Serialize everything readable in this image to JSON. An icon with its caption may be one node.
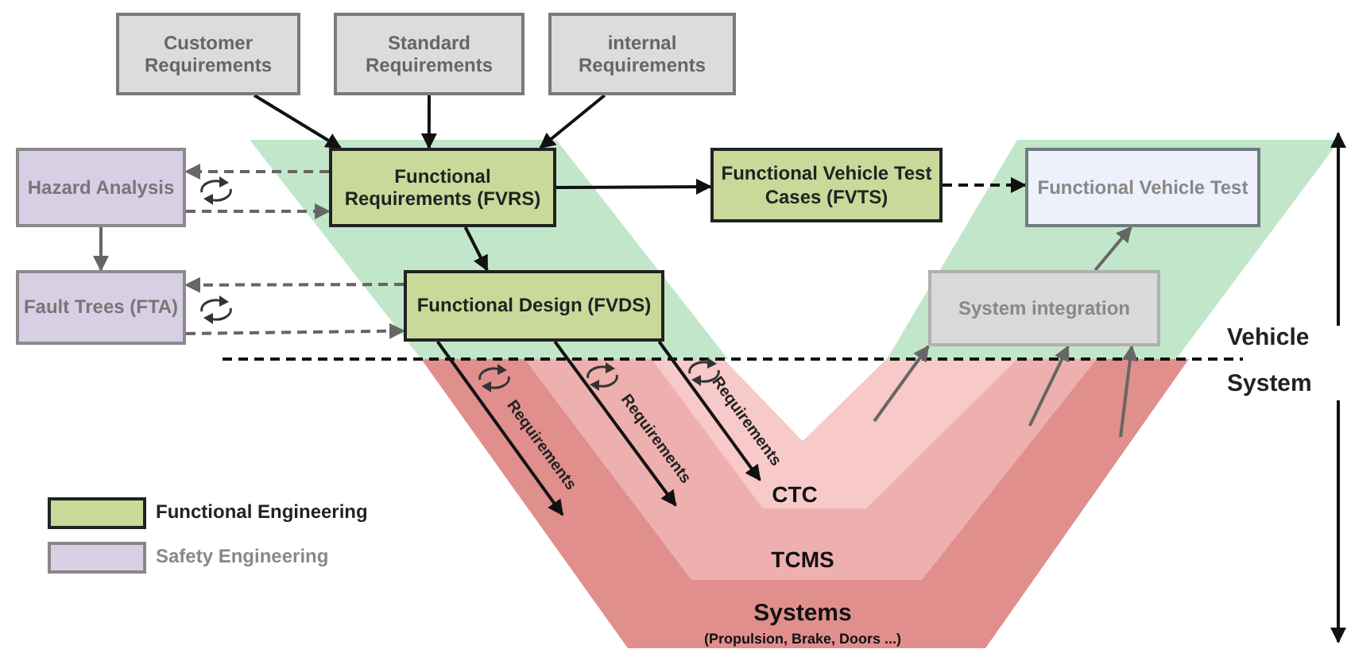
{
  "diagram": {
    "nodes": [
      {
        "text": [
          "Customer Requirements"
        ]
      },
      {
        "text": [
          "Standard Requirements"
        ]
      },
      {
        "text": [
          "internal Requirements"
        ]
      },
      {
        "text": [
          "Hazard Analysis"
        ]
      },
      {
        "text": [
          "Functional Requirements (FVRS)"
        ]
      },
      {
        "text": [
          "Functional Vehicle Test Cases (FVTS)"
        ]
      },
      {
        "text": [
          "Functional Vehicle Test"
        ]
      },
      {
        "text": [
          "Fault Trees (FTA)"
        ]
      },
      {
        "text": [
          "Functional Design (FVDS)"
        ]
      },
      {
        "text": [
          "System integration"
        ]
      },
      {
        "text": [
          "CTC"
        ],
        "in": 11
      },
      {
        "text": [
          "TCMS"
        ],
        "in": 12
      },
      {
        "text": [
          "Systems",
          "(Propulsion, Brake, Doors ...)"
        ]
      }
    ],
    "edges": [
      {
        "from": 0,
        "to": 4,
        "arrow": "to"
      },
      {
        "from": 1,
        "to": 4,
        "arrow": "to"
      },
      {
        "from": 2,
        "to": 4,
        "arrow": "to"
      },
      {
        "from": 4,
        "to": 3,
        "arrow": "to",
        "style": "dashed",
        "color": "#666666"
      },
      {
        "from": 3,
        "to": 4,
        "arrow": "to",
        "style": "dashed",
        "color": "#666666"
      },
      {
        "from": 4,
        "to": 8,
        "arrow": "to"
      },
      {
        "from": 4,
        "to": 5,
        "arrow": "to"
      },
      {
        "from": 5,
        "to": 6,
        "arrow": "to",
        "style": "dashed"
      },
      {
        "from": 3,
        "to": 7,
        "arrow": "to",
        "color": "#666666"
      },
      {
        "from": 8,
        "to": 7,
        "arrow": "to",
        "style": "dashed",
        "color": "#666666"
      },
      {
        "from": 7,
        "to": 8,
        "arrow": "to",
        "style": "dashed",
        "color": "#666666"
      },
      {
        "from": 8,
        "to": 12,
        "arrow": "to",
        "label": "Requirements"
      },
      {
        "from": 8,
        "to": 11,
        "arrow": "to",
        "label": "Requirements"
      },
      {
        "from": 8,
        "to": 10,
        "arrow": "to",
        "label": "Requirements"
      },
      {
        "from": 10,
        "to": 9,
        "arrow": "to",
        "color": "#666666"
      },
      {
        "from": 11,
        "to": 9,
        "arrow": "to",
        "color": "#666666"
      },
      {
        "from": 12,
        "to": 9,
        "arrow": "to",
        "color": "#666666"
      },
      {
        "from": 9,
        "to": 6,
        "arrow": "to",
        "color": "#666666"
      }
    ],
    "labels": [
      "Vehicle",
      "System"
    ],
    "legend": [
      {
        "text": "Functional Engineering",
        "color": "#c9d99a"
      },
      {
        "text": "Safety Engineering",
        "color": "#d9d0e6"
      }
    ]
  }
}
